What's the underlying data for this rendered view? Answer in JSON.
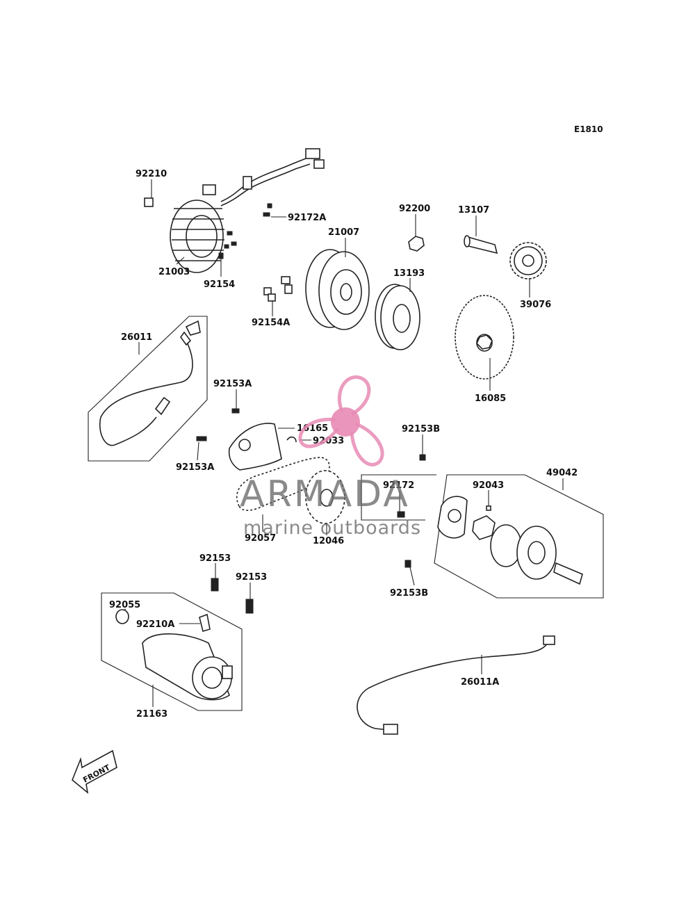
{
  "diagram_code": "E1810",
  "front_label": "FRONT",
  "watermark": {
    "brand": "ARMADA",
    "tagline": "marine outboards",
    "logo_color": "#e88bb5"
  },
  "labels": [
    "92210",
    "21003",
    "92154",
    "92172A",
    "92154A",
    "21007",
    "92200",
    "13193",
    "13107",
    "39076",
    "16085",
    "26011",
    "92153A",
    "92153A",
    "16165",
    "92033",
    "92057",
    "12046",
    "92153B",
    "92172",
    "92043",
    "49042",
    "92153B",
    "92153",
    "92153",
    "92055",
    "92210A",
    "21163",
    "26011A"
  ]
}
